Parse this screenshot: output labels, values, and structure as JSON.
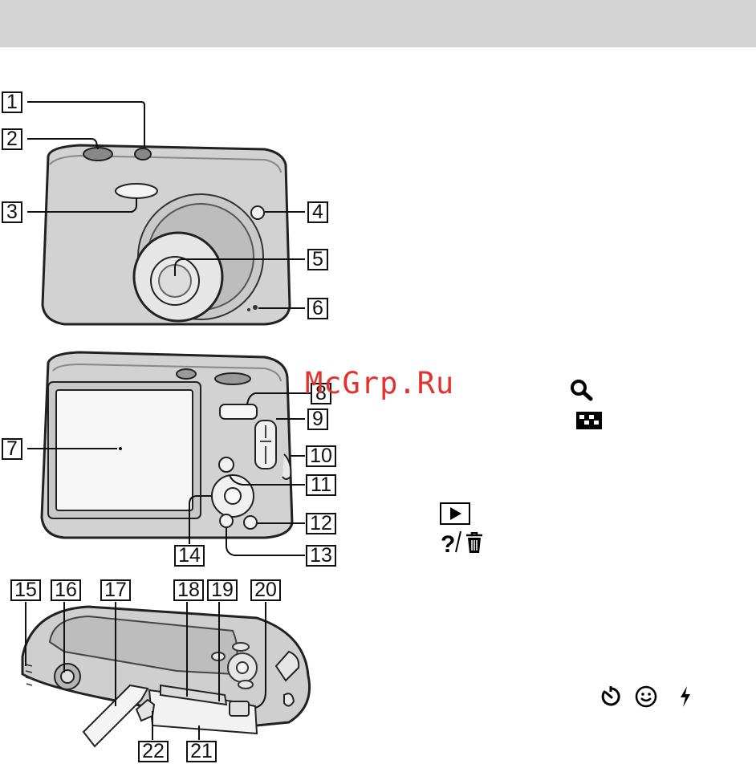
{
  "callouts": {
    "c1": "1",
    "c2": "2",
    "c3": "3",
    "c4": "4",
    "c5": "5",
    "c6": "6",
    "c7": "7",
    "c8": "8",
    "c9": "9",
    "c10": "10",
    "c11": "11",
    "c12": "12",
    "c13": "13",
    "c14": "14",
    "c15": "15",
    "c16": "16",
    "c17": "17",
    "c18": "18",
    "c19": "19",
    "c20": "20",
    "c21": "21",
    "c22": "22"
  },
  "watermark": "McGrp.Ru",
  "icons": {
    "zoom": "magnifier-icon",
    "index": "index-grid-icon",
    "playback": "playback-icon",
    "help": "help-icon",
    "delete": "trash-icon",
    "self_timer": "self-timer-icon",
    "smile": "smile-icon",
    "flash": "flash-icon"
  },
  "colors": {
    "header_band": "#d4d4d4",
    "watermark": "#e1322e",
    "line": "#111111"
  }
}
